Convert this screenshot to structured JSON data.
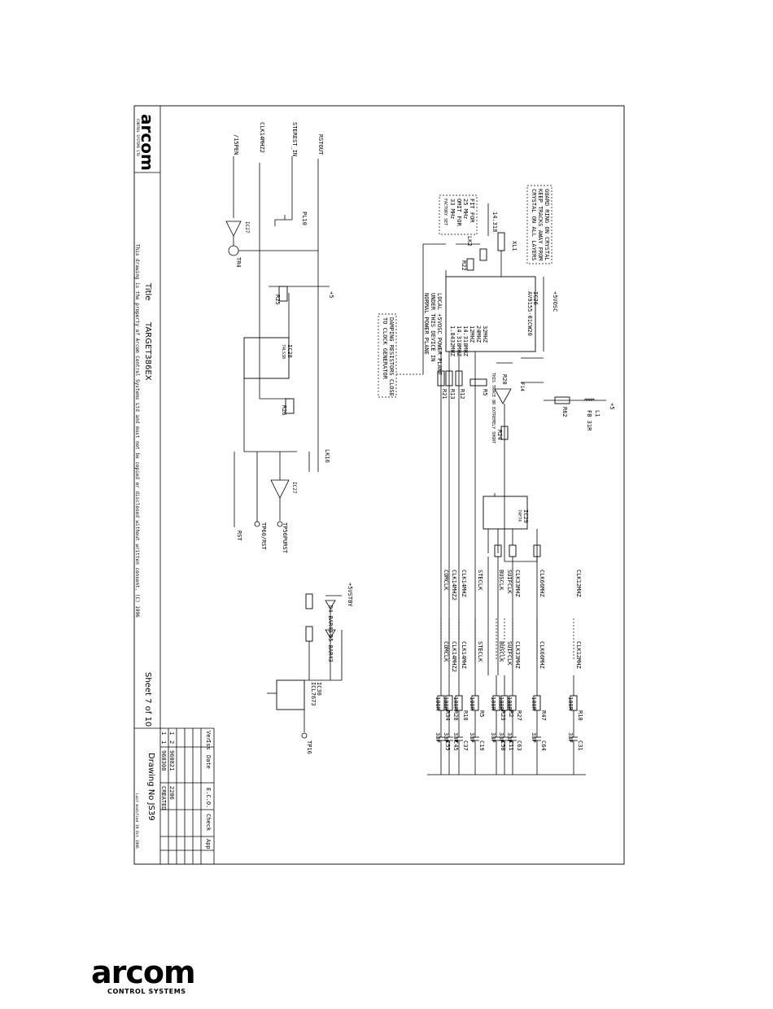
{
  "title_block": {
    "company_logo": "arcom",
    "company_sub": "CONTROL SYSTEMS LTD",
    "title_label": "Title",
    "title_value": "TARGET386EX",
    "sheet": "Sheet  7 of 10",
    "drawing_no": "Drawing No  JS39",
    "copyright": "This drawing is the property of Arcom Control Systems Ltd and must not be copied or disclosed without written consent. (C) 1996",
    "footer_code": "Last modified  19 Oct 1996",
    "rev_headers": [
      "Ver",
      "Iss",
      "Date",
      "E.C.O.",
      "Check",
      "App"
    ],
    "rev_rows": [
      [
        "1",
        "2",
        "960821",
        "2206",
        "",
        ""
      ],
      [
        "1",
        "1",
        "960308",
        "CREATED",
        "",
        ""
      ]
    ]
  },
  "notes": {
    "guard_ring": [
      "GUARD RING ON CRYSTAL",
      "KEEP TRACKS AWAY FROM",
      "CRYSTAL ON ALL LAYERS"
    ],
    "fit_for": [
      "FIT FOR",
      "25 MHz",
      "OMIT FOR",
      "33 MHz",
      "FACTORY SET"
    ],
    "damping": [
      "DAMPING RESISTORS CLOSE",
      "TO CLOCK GENERATOR"
    ],
    "local_plane": [
      "LOCAL +5VOSC POWER PLANE",
      "UNDER THIS DEVICE IN",
      "NORMAL POWER PLANE"
    ],
    "trace": "THIS TRACE 8R EXTREMELY SHORT"
  },
  "left_signals": [
    "RSTOUT",
    "STEREST_IN",
    "CLK14MHZ2",
    "/15PEN"
  ],
  "components": {
    "ic_clock": [
      "IC26",
      "AV9155-01CW20"
    ],
    "ic_reset": [
      "IC28",
      "74LS38"
    ],
    "ic_flipflop": [
      "IC29",
      "74F74"
    ],
    "ic_buffer": [
      "IC27",
      "F14"
    ],
    "ic_monitor": [
      "IC30",
      "ICL7673"
    ],
    "ic_gate": [
      "IC27",
      "F14"
    ],
    "crystal": [
      "XL1",
      "14.318"
    ],
    "inductor": [
      "L1",
      "FB 31R"
    ],
    "links": [
      "LK2",
      "LK16",
      "PL10"
    ],
    "transistor": "TR4",
    "testpoints": [
      "TP16",
      "TP60/RST",
      "TP56PURST",
      "RST"
    ],
    "diodes": [
      "D4 BAR43",
      "D5 BAR43"
    ],
    "resistors_mid": [
      "R5",
      "R12",
      "R13",
      "R21",
      "R18",
      "R22",
      "R20",
      "R24",
      "R25",
      "R26",
      "R62"
    ],
    "supply": [
      "+5",
      "+5VOSC",
      "+5VSTBY",
      "+5"
    ],
    "clock_pins": [
      "32MHZ",
      "24MHZ",
      "12MHZ",
      "14.318MHZ",
      "14.318MHZ",
      "1.8432MHZ"
    ]
  },
  "outputs": [
    {
      "net": "CLK12MHZ",
      "res": "R10",
      "val": "100R",
      "cap": "C31",
      "cval": "33P"
    },
    {
      "net": "CLK66MHZ",
      "res": "R47",
      "val": "100R",
      "cap": "C64",
      "cval": "33P"
    },
    {
      "net": "CLK33MHZ",
      "res": "R27",
      "val": "100R",
      "cap": "C63",
      "cval": "33P"
    },
    {
      "net": "SUIFCLK",
      "res": "R2",
      "val": "100R",
      "cap": "C11",
      "cval": "33P"
    },
    {
      "net": "BUSCLK",
      "res": "R23",
      "val": "100R",
      "cap": "C50",
      "cval": "33P"
    },
    {
      "net": "STECLK",
      "res": "R5",
      "val": "100R",
      "cap": "C19",
      "cval": "33P"
    },
    {
      "net": "CLK14MHZ",
      "res": "R18",
      "val": "100R",
      "cap": "C37",
      "cval": "33P"
    },
    {
      "net": "CLK14MHZ2",
      "res": "R28",
      "val": "100R",
      "cap": "C45",
      "cval": "33P"
    },
    {
      "net": "COMCLK",
      "res": "R34",
      "val": "100R",
      "cap": "C55",
      "cval": "33P"
    }
  ]
}
